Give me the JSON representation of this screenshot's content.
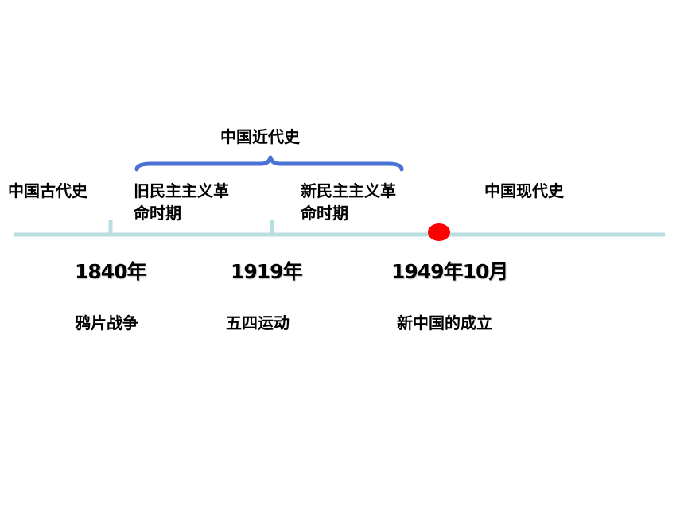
{
  "colors": {
    "timeline": "#b9dde0",
    "brace": "#4a72d4",
    "marker": "#ff0000",
    "text": "#000000"
  },
  "brace_label": "中国近代史",
  "periods": {
    "ancient": "中国古代史",
    "old_democratic_line1": "旧民主主义革",
    "old_democratic_line2": "命时期",
    "new_democratic_line1": "新民主主义革",
    "new_democratic_line2": "命时期",
    "modern": "中国现代史"
  },
  "years": {
    "y1840": "1840年",
    "y1919": "1919年",
    "y1949": "1949年10月"
  },
  "events": {
    "e1840": "鸦片战争",
    "e1919": "五四运动",
    "e1949": "新中国的成立"
  }
}
